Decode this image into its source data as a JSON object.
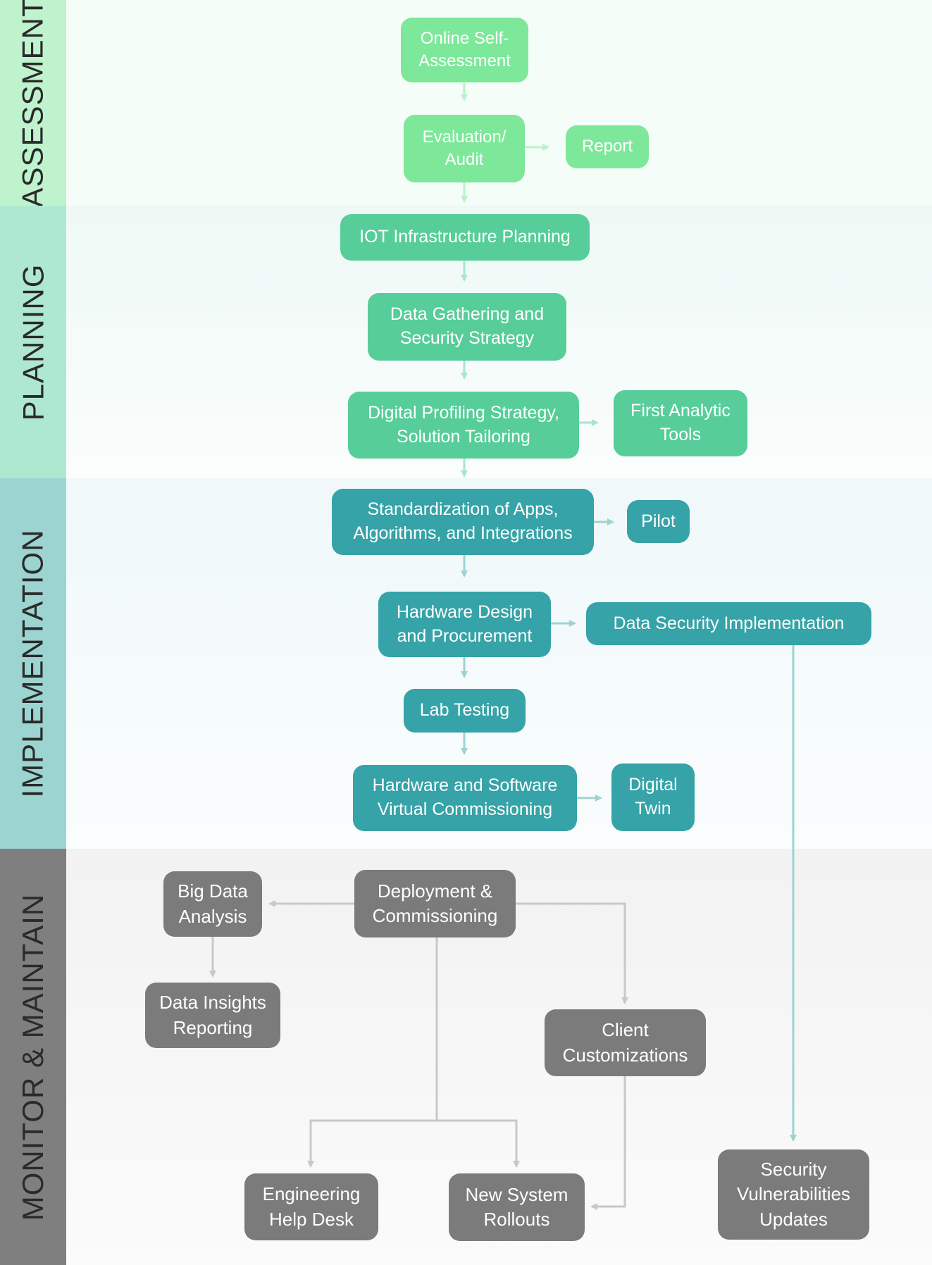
{
  "bands": [
    {
      "label": "ASSESSMENT",
      "label_bg": "#bff3cd",
      "bg": "#f4fdf7",
      "label_color": "#2a2a2a"
    },
    {
      "label": "PLANNING",
      "label_bg": "#aee8d0",
      "bg": "#f0faf7",
      "label_color": "#2a2a2a"
    },
    {
      "label": "IMPLEMENTATION",
      "label_bg": "#9cd4d2",
      "bg": "#f3f9fa",
      "label_color": "#2a2a2a"
    },
    {
      "label": "MONITOR & MAINTAIN",
      "label_bg": "#7f7f7f",
      "bg": "#f4f4f4",
      "label_color": "#2a2a2a"
    }
  ],
  "colors": {
    "assessment_node": "#7de89a",
    "planning_node": "#57cd99",
    "implementation_node": "#35a3a7",
    "monitor_node": "#7b7b7b"
  },
  "nodes": {
    "online_self_assessment": "Online Self-\nAssessment",
    "evaluation_audit": "Evaluation/\nAudit",
    "report": "Report",
    "iot_infrastructure_planning": "IOT Infrastructure Planning",
    "data_gathering": "Data Gathering and\nSecurity Strategy",
    "digital_profiling": "Digital Profiling Strategy,\nSolution Tailoring",
    "first_analytic_tools": "First Analytic\nTools",
    "standardization": "Standardization of Apps,\nAlgorithms, and Integrations",
    "pilot": "Pilot",
    "hardware_design": "Hardware Design\nand Procurement",
    "data_security_implementation": "Data Security Implementation",
    "lab_testing": "Lab Testing",
    "virtual_commissioning": "Hardware and Software\nVirtual Commissioning",
    "digital_twin": "Digital\nTwin",
    "deployment_commissioning": "Deployment &\nCommissioning",
    "big_data_analysis": "Big Data\nAnalysis",
    "data_insights_reporting": "Data Insights\nReporting",
    "client_customizations": "Client\nCustomizations",
    "engineering_help_desk": "Engineering\nHelp Desk",
    "new_system_rollouts": "New System\nRollouts",
    "security_vulnerabilities_updates": "Security\nVulnerabilities\nUpdates"
  }
}
